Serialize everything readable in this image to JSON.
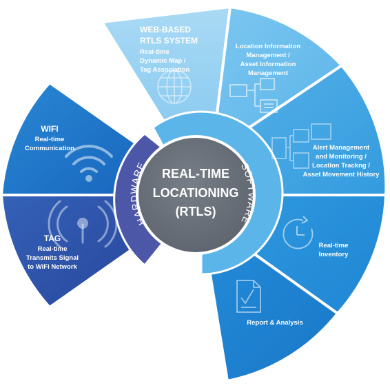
{
  "center": {
    "title_line1": "REAL-TIME",
    "title_line2": "LOCATIONING",
    "title_line3": "(RTLS)"
  },
  "rings": {
    "hardware_label": "HARDWARE",
    "software_label": "SOFTWARE"
  },
  "segments": {
    "wifi": {
      "title": "WIFI",
      "line1": "Real-time",
      "line2": "Communication",
      "icon": "wifi-icon"
    },
    "tag": {
      "title": "TAG",
      "line1": "Real-time",
      "line2": "Transmits Signal",
      "line3": "to WiFi Network",
      "icon": "rfid-tag-icon"
    },
    "web": {
      "title_line1": "WEB-BASED",
      "title_line2": "RTLS SYSTEM",
      "line1": "Real-time",
      "line2": "Dynamic Map /",
      "line3": "Tag Association",
      "icon": "globe-icon"
    },
    "location": {
      "line1": "Location Information",
      "line2": "Management /",
      "line3": "Asset Information",
      "line4": "Management",
      "icon": "flowchart-icon"
    },
    "alert": {
      "line1": "Alert Management",
      "line2": "and Monitoring /",
      "line3": "Location Trackng /",
      "line4": "Asset Movement History",
      "icon": "monitor-flow-icon"
    },
    "inventory": {
      "line1": "Real-time",
      "line2": "Inventory",
      "icon": "clock-icon"
    },
    "report": {
      "line1": "Report & Analysis",
      "icon": "report-document-icon"
    }
  },
  "colors": {
    "center_fill": "#686f78",
    "hardware_ring": "#4c57a7",
    "software_ring": "#5cb5e8",
    "web_segment": "#9bd3f3",
    "location_segment": "#6cbfee",
    "alert_segment": "#45a7e4",
    "inventory_segment": "#268fd9",
    "report_segment": "#1f84d2",
    "wifi_segment": "#1b74c9",
    "tag_segment": "#2e54ad"
  }
}
